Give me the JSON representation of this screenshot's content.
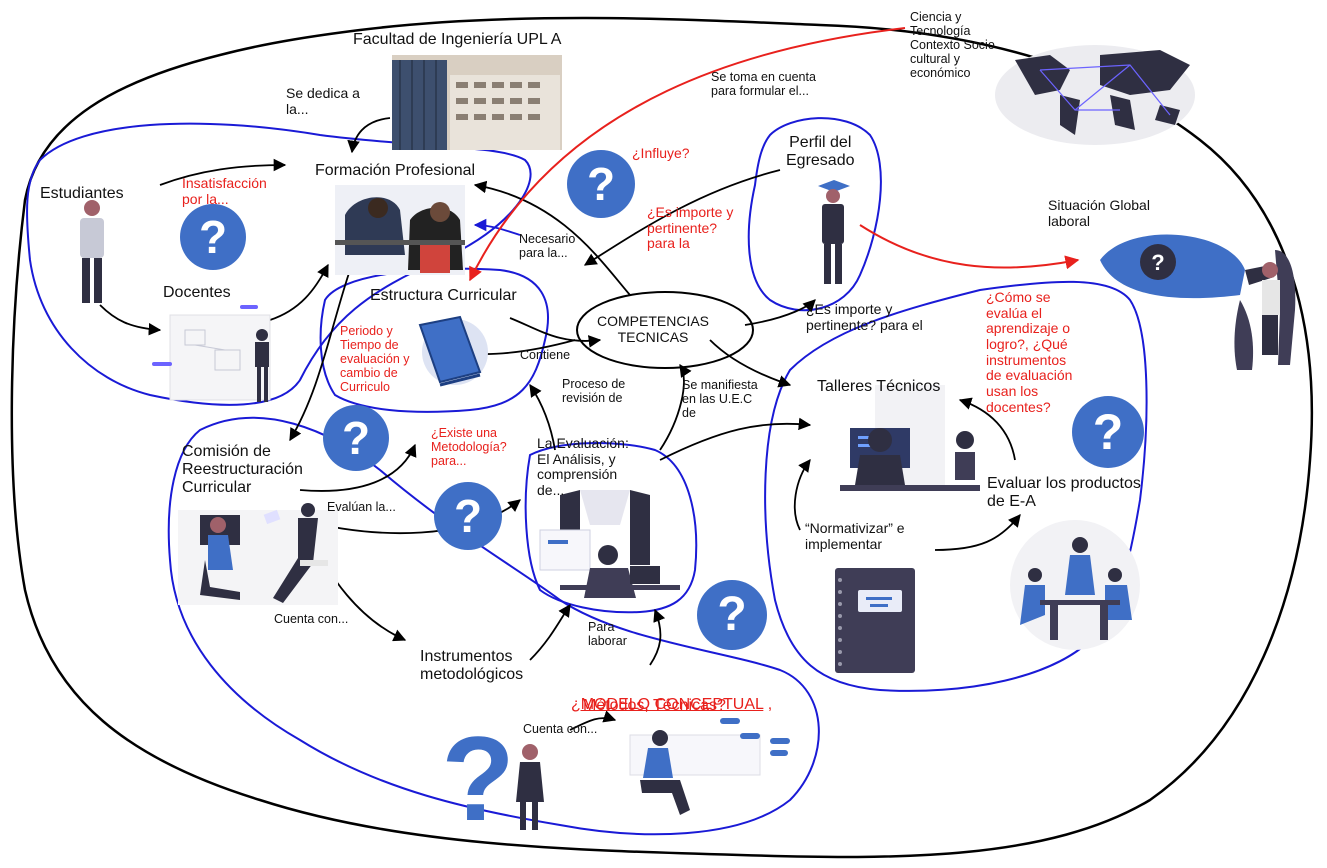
{
  "labels": {
    "facultad": "Facultad de Ingeniería UPL A",
    "se_dedica": "Se dedica a\nla...",
    "formacion": "Formación Profesional",
    "estudiantes": "Estudiantes",
    "insatisfaccion": "Insatisfacción\npor la...",
    "docentes": "Docentes",
    "estructura": "Estructura Curricular",
    "periodo": "Periodo y\nTiempo de\nevaluación y\ncambio de\nCurriculo",
    "contiene": "Contiene",
    "necesario": "Necesario\npara la...",
    "influye": "¿Influye?",
    "es_importe_1": "¿Es importe y\npertinente?\npara la",
    "perfil": "Perfil del\nEgresado",
    "se_toma": "Se toma en cuenta\npara formular el...",
    "ciencia": "Ciencia y\nTecnología\nContexto Socio\ncultural y\neconómico",
    "situacion": "Situación Global\nlaboral",
    "competencias": "COMPETENCIAS\nTECNICAS",
    "es_importe_2": "¿Es importe y\npertinente? para el",
    "proceso": "Proceso de\nrevisión de",
    "se_manifiesta": "Se manifiesta\nen las U.E.C\nde",
    "talleres": "Talleres Técnicos",
    "como_se_evalua": "¿Cómo se\nevalúa el\naprendizaje o\nlogro?, ¿Qué\ninstrumentos\nde evaluación\nusan los\ndocentes?",
    "evaluar_productos": "Evaluar los productos\nde E-A",
    "normativizar": "“Normativizar” e\nimplementar",
    "comision": "Comisión de\nReestructuración\nCurricular",
    "existe_metodologia": "¿Existe una\nMetodología?\npara...",
    "evaluan": "Evalúan la...",
    "evaluacion": "La Evaluación:\nEl Análisis, y\ncomprensión\nde...",
    "cuenta_con_1": "Cuenta con...",
    "para_laborar": "Para\nlaborar",
    "instrumentos": "Instrumentos\nmetodológicos",
    "modelo_q": "¿MODELO CONCEPTUAL",
    "modelo_comma": " ,",
    "metodos": "Métodos, Técnicas?",
    "cuenta_con_2": "Cuenta con..."
  },
  "question_mark": "?",
  "icons": [
    "question-mark-icon",
    "building-photo",
    "world-map-icon",
    "person-illustration",
    "book-icon",
    "notebook-icon",
    "telescope-icon",
    "graduate-icon"
  ],
  "colors": {
    "blue_outline": "#1a1ad6",
    "red_arrow": "#e8211d",
    "question_bubble": "#3f6fc6",
    "red_text": "#e8211d"
  }
}
